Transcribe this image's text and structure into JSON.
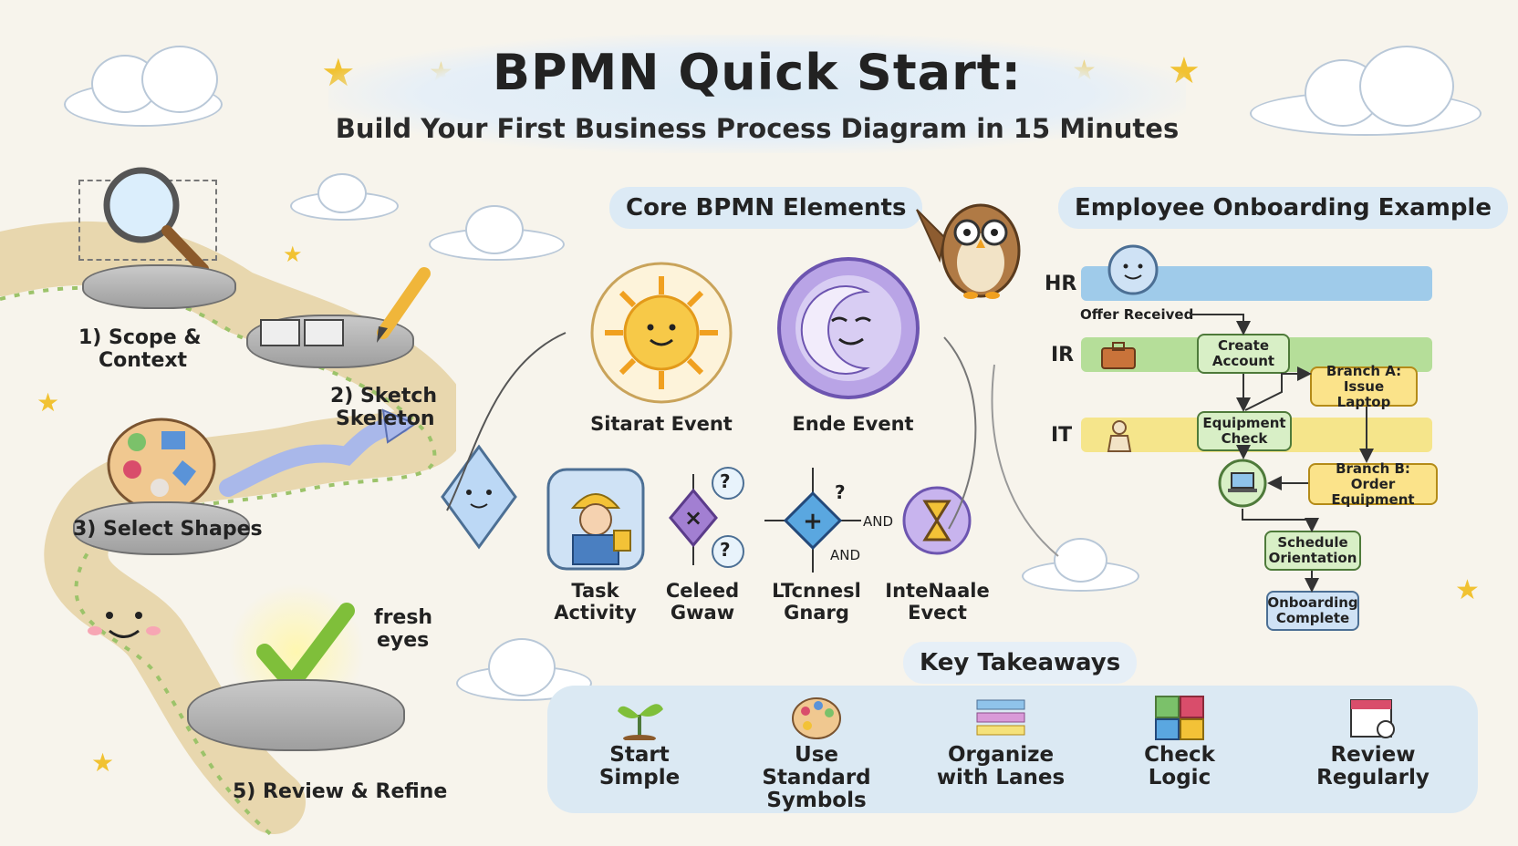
{
  "header": {
    "title": "BPMN Quick Start:",
    "subtitle": "Build Your First Business Process Diagram in 15 Minutes"
  },
  "steps": {
    "s1": "1) Scope &",
    "s1b": "Context",
    "s2": "2) Sketch",
    "s2b": "Skeleton",
    "s3": "3) Select Shapes",
    "note": "fresh",
    "noteb": "eyes",
    "s5": "5) Review & Refine"
  },
  "core": {
    "heading": "Core BPMN Elements",
    "start": "Sitarat Event",
    "end": "Ende Event",
    "task_a": "Task",
    "task_b": "Activity",
    "xor_a": "Celeed",
    "xor_b": "Gwaw",
    "par_a": "LTcnnesl",
    "par_b": "Gnarg",
    "inter_a": "InteNaale",
    "inter_b": "Evect",
    "q1": "?",
    "q2": "?",
    "q3": "?",
    "and1": "AND",
    "and2": "AND"
  },
  "example": {
    "heading": "Employee Onboarding Example",
    "lanes": [
      "HR",
      "IR",
      "IT"
    ],
    "offer": "Offer Received",
    "create": "Create Account",
    "branch_a": "Branch A: Issue Laptop",
    "equip": "Equipment Check",
    "branch_b": "Branch B: Order Equipment",
    "schedule": "Schedule Orientation",
    "complete": "Onboarding Complete"
  },
  "takeaways": {
    "heading": "Key Takeaways",
    "items": [
      {
        "l1": "Start",
        "l2": "Simple",
        "icon": "sprout-icon"
      },
      {
        "l1": "Use Standard",
        "l2": "Symbols",
        "icon": "palette-icon"
      },
      {
        "l1": "Organize",
        "l2": "with Lanes",
        "icon": "lanes-icon"
      },
      {
        "l1": "Check",
        "l2": "Logic",
        "icon": "puzzle-icon"
      },
      {
        "l1": "Review",
        "l2": "Regularly",
        "icon": "calendar-icon"
      }
    ]
  },
  "colors": {
    "lane_hr": "#8fc3ea",
    "lane_ir": "#a9d98b",
    "lane_it": "#f5e27a",
    "task_box": "#d8efc6",
    "branch_box": "#fbe38a",
    "end_box": "#cfe2f5",
    "sun": "#f7c948",
    "moon": "#b9a4e6"
  }
}
